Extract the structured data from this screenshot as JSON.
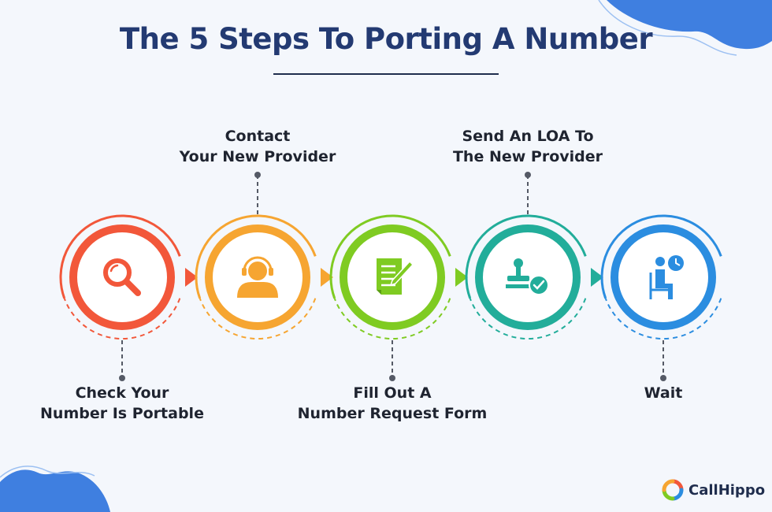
{
  "title": "The 5 Steps To Porting A Number",
  "steps": [
    {
      "label_lines": [
        "Check Your",
        "Number Is Portable"
      ],
      "icon": "magnifier-icon",
      "color": "#f2573a",
      "label_position": "below"
    },
    {
      "label_lines": [
        "Contact",
        "Your New Provider"
      ],
      "icon": "headset-agent-icon",
      "color": "#f6a531",
      "label_position": "above"
    },
    {
      "label_lines": [
        "Fill Out A",
        "Number Request Form"
      ],
      "icon": "form-edit-icon",
      "color": "#7fcb22",
      "label_position": "below"
    },
    {
      "label_lines": [
        "Send An LOA To",
        "The New Provider"
      ],
      "icon": "stamp-check-icon",
      "color": "#22ad9a",
      "label_position": "above"
    },
    {
      "label_lines": [
        "Wait"
      ],
      "icon": "waiting-person-clock-icon",
      "color": "#2b8de0",
      "label_position": "below"
    }
  ],
  "brand": {
    "name": "CallHippo",
    "icon": "callhippo-logo-icon"
  },
  "colors": {
    "title": "#233a72",
    "background": "#f4f7fc",
    "blob": "#3f7fe0"
  }
}
